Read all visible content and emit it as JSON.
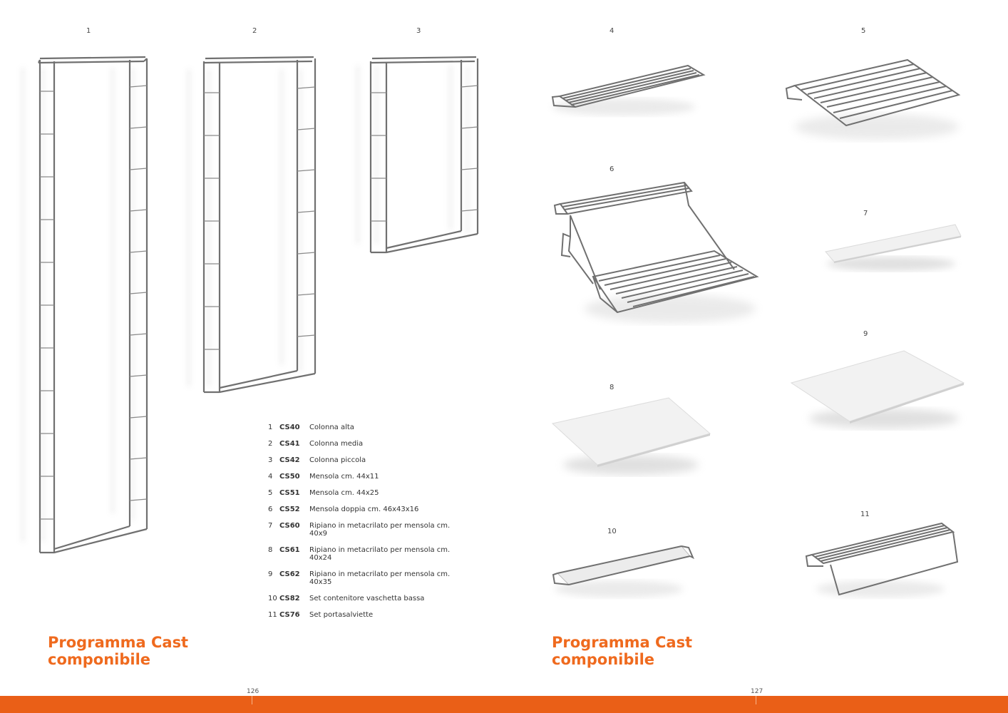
{
  "figure_numbers": [
    "1",
    "2",
    "3",
    "4",
    "5",
    "6",
    "7",
    "8",
    "9",
    "10",
    "11"
  ],
  "products": [
    {
      "n": "1",
      "code": "CS40",
      "desc": "Colonna alta"
    },
    {
      "n": "2",
      "code": "CS41",
      "desc": "Colonna media"
    },
    {
      "n": "3",
      "code": "CS42",
      "desc": "Colonna piccola"
    },
    {
      "n": "4",
      "code": "CS50",
      "desc": "Mensola cm. 44x11"
    },
    {
      "n": "5",
      "code": "CS51",
      "desc": "Mensola cm. 44x25"
    },
    {
      "n": "6",
      "code": "CS52",
      "desc": "Mensola doppia cm. 46x43x16"
    },
    {
      "n": "7",
      "code": "CS60",
      "desc": "Ripiano in metacrilato per mensola cm. 40x9"
    },
    {
      "n": "8",
      "code": "CS61",
      "desc": "Ripiano in metacrilato per mensola cm. 40x24"
    },
    {
      "n": "9",
      "code": "CS62",
      "desc": "Ripiano in metacrilato per mensola cm. 40x35"
    },
    {
      "n": "10",
      "code": "CS82",
      "desc": "Set contenitore vaschetta bassa"
    },
    {
      "n": "11",
      "code": "CS76",
      "desc": "Set portasalviette"
    }
  ],
  "left_title": {
    "line1": "Programma Cast",
    "line2": "componibile"
  },
  "right_title": {
    "line1": "Programma Cast",
    "line2": "componibile"
  },
  "page_numbers": {
    "left": "126",
    "right": "127"
  },
  "colors": {
    "accent": "#ea5f17",
    "title": "#ef6a1e",
    "wire": "#707070"
  }
}
